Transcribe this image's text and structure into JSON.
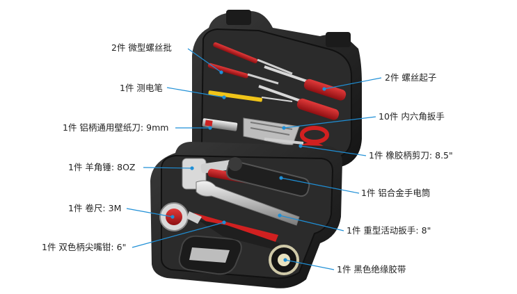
{
  "accent_color": "#1f8fd6",
  "labels": {
    "micro_screwdriver": "2件 微型螺丝批",
    "test_pen": "1件 测电笔",
    "utility_knife": "1件 铝柄通用壁纸刀: 9mm",
    "claw_hammer": "1件 羊角锤: 8OZ",
    "tape_measure": "1件 卷尺: 3M",
    "needle_nose_pliers": "1件 双色柄尖嘴钳: 6\"",
    "screwdriver": "2件 螺丝起子",
    "hex_key": "10件 内六角扳手",
    "scissors": "1件 橡胶柄剪刀: 8.5\"",
    "flashlight": "1件 铝合金手电筒",
    "adjustable_wrench": "1件 重型活动扳手: 8\"",
    "insulating_tape": "1件 黑色绝缘胶带"
  }
}
